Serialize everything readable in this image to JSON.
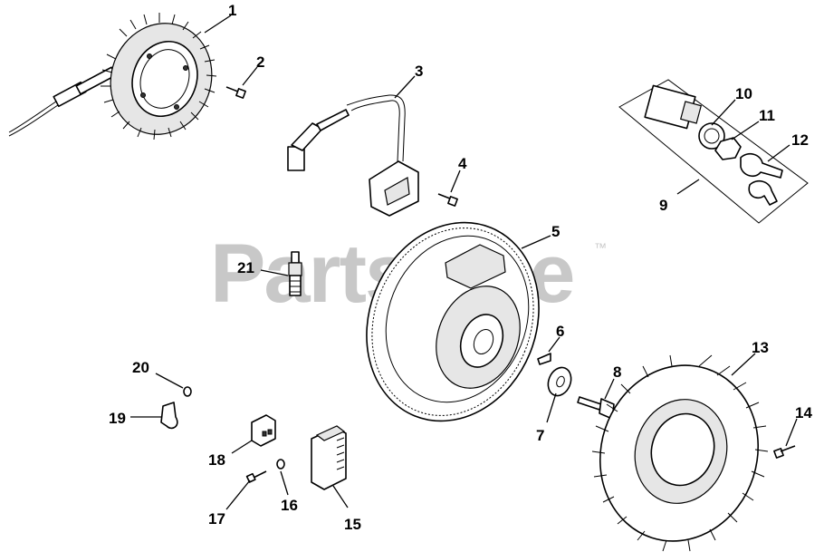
{
  "watermark": {
    "text": "PartsTree",
    "trademark": "™"
  },
  "callouts": [
    {
      "id": "1",
      "label": "1"
    },
    {
      "id": "2",
      "label": "2"
    },
    {
      "id": "3",
      "label": "3"
    },
    {
      "id": "4",
      "label": "4"
    },
    {
      "id": "5",
      "label": "5"
    },
    {
      "id": "6",
      "label": "6"
    },
    {
      "id": "7",
      "label": "7"
    },
    {
      "id": "8",
      "label": "8"
    },
    {
      "id": "9",
      "label": "9"
    },
    {
      "id": "10",
      "label": "10"
    },
    {
      "id": "11",
      "label": "11"
    },
    {
      "id": "12",
      "label": "12"
    },
    {
      "id": "13",
      "label": "13"
    },
    {
      "id": "14",
      "label": "14"
    },
    {
      "id": "15",
      "label": "15"
    },
    {
      "id": "16",
      "label": "16"
    },
    {
      "id": "17",
      "label": "17"
    },
    {
      "id": "18",
      "label": "18"
    },
    {
      "id": "19",
      "label": "19"
    },
    {
      "id": "20",
      "label": "20"
    },
    {
      "id": "21",
      "label": "21"
    }
  ]
}
